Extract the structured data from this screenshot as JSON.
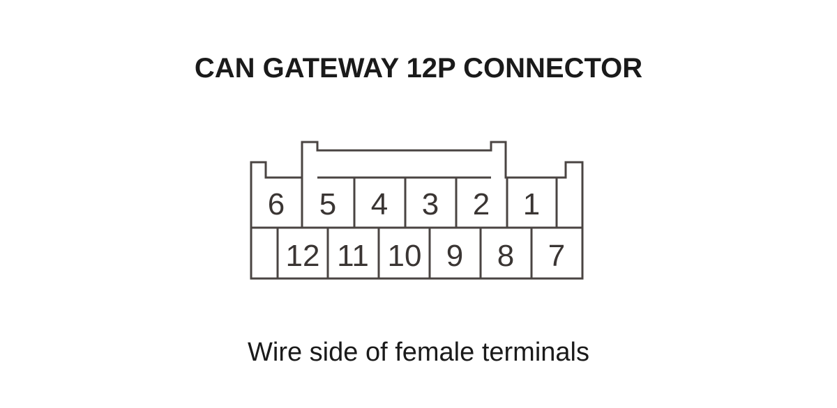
{
  "diagram": {
    "title": "CAN GATEWAY 12P CONNECTOR",
    "caption": "Wire side of female terminals",
    "stroke_color": "#4a4442",
    "text_color": "#3a3533",
    "top_row_pins": [
      "6",
      "5",
      "4",
      "3",
      "2",
      "1"
    ],
    "bottom_row_pins": [
      "12",
      "11",
      "10",
      "9",
      "8",
      "7"
    ]
  }
}
